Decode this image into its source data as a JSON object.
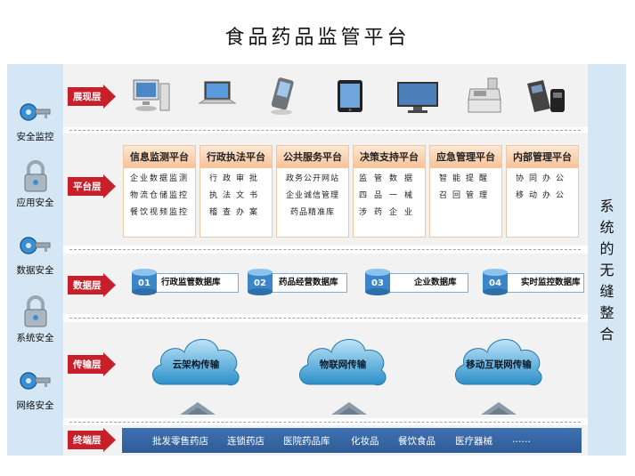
{
  "title": "食品药品监管平台",
  "security": [
    "安全监控",
    "应用安全",
    "数据安全",
    "系统安全",
    "网络安全"
  ],
  "right_label": [
    "系",
    "统",
    "的",
    "无",
    "缝",
    "整",
    "合"
  ],
  "layers": [
    "展现层",
    "平台层",
    "数据层",
    "传输层",
    "终端层"
  ],
  "devices": [
    "desktop-pc-icon",
    "laptop-icon",
    "pda-icon",
    "tablet-icon",
    "monitor-icon",
    "cash-register-icon",
    "pos-terminal-icon"
  ],
  "platforms": [
    {
      "title": "信息监测平台",
      "lines": [
        "企业数据监测",
        "物流仓储监控",
        "餐饮视频监控"
      ]
    },
    {
      "title": "行政执法平台",
      "lines": [
        "行政审批",
        "执法文书",
        "稽查办案"
      ]
    },
    {
      "title": "公共服务平台",
      "lines": [
        "政务公开网站",
        "企业诚信管理",
        "药品精准库"
      ]
    },
    {
      "title": "决策支持平台",
      "lines": [
        "监管数据",
        "四品一械",
        "涉药企业"
      ]
    },
    {
      "title": "应急管理平台",
      "lines": [
        "智能提醒",
        "召回管理"
      ]
    },
    {
      "title": "内部管理平台",
      "lines": [
        "协同办公",
        "移动办公"
      ]
    }
  ],
  "databases": [
    {
      "num": "01",
      "label": "行政监管数据库"
    },
    {
      "num": "02",
      "label": "药品经营数据库"
    },
    {
      "num": "03",
      "label": "企业数据库"
    },
    {
      "num": "04",
      "label": "实时监控数据库"
    }
  ],
  "clouds": [
    "云架构传输",
    "物联网传输",
    "移动互联网传输"
  ],
  "terminals": [
    "批发零售药店",
    "连锁药店",
    "医院药品库",
    "化妆品",
    "餐饮食品",
    "医疗器械",
    "……"
  ],
  "colors": {
    "arrow": "#c8202a",
    "accent": "#2f5d98",
    "cloud": "#2a8fc8",
    "side": "#d5e6f4"
  }
}
